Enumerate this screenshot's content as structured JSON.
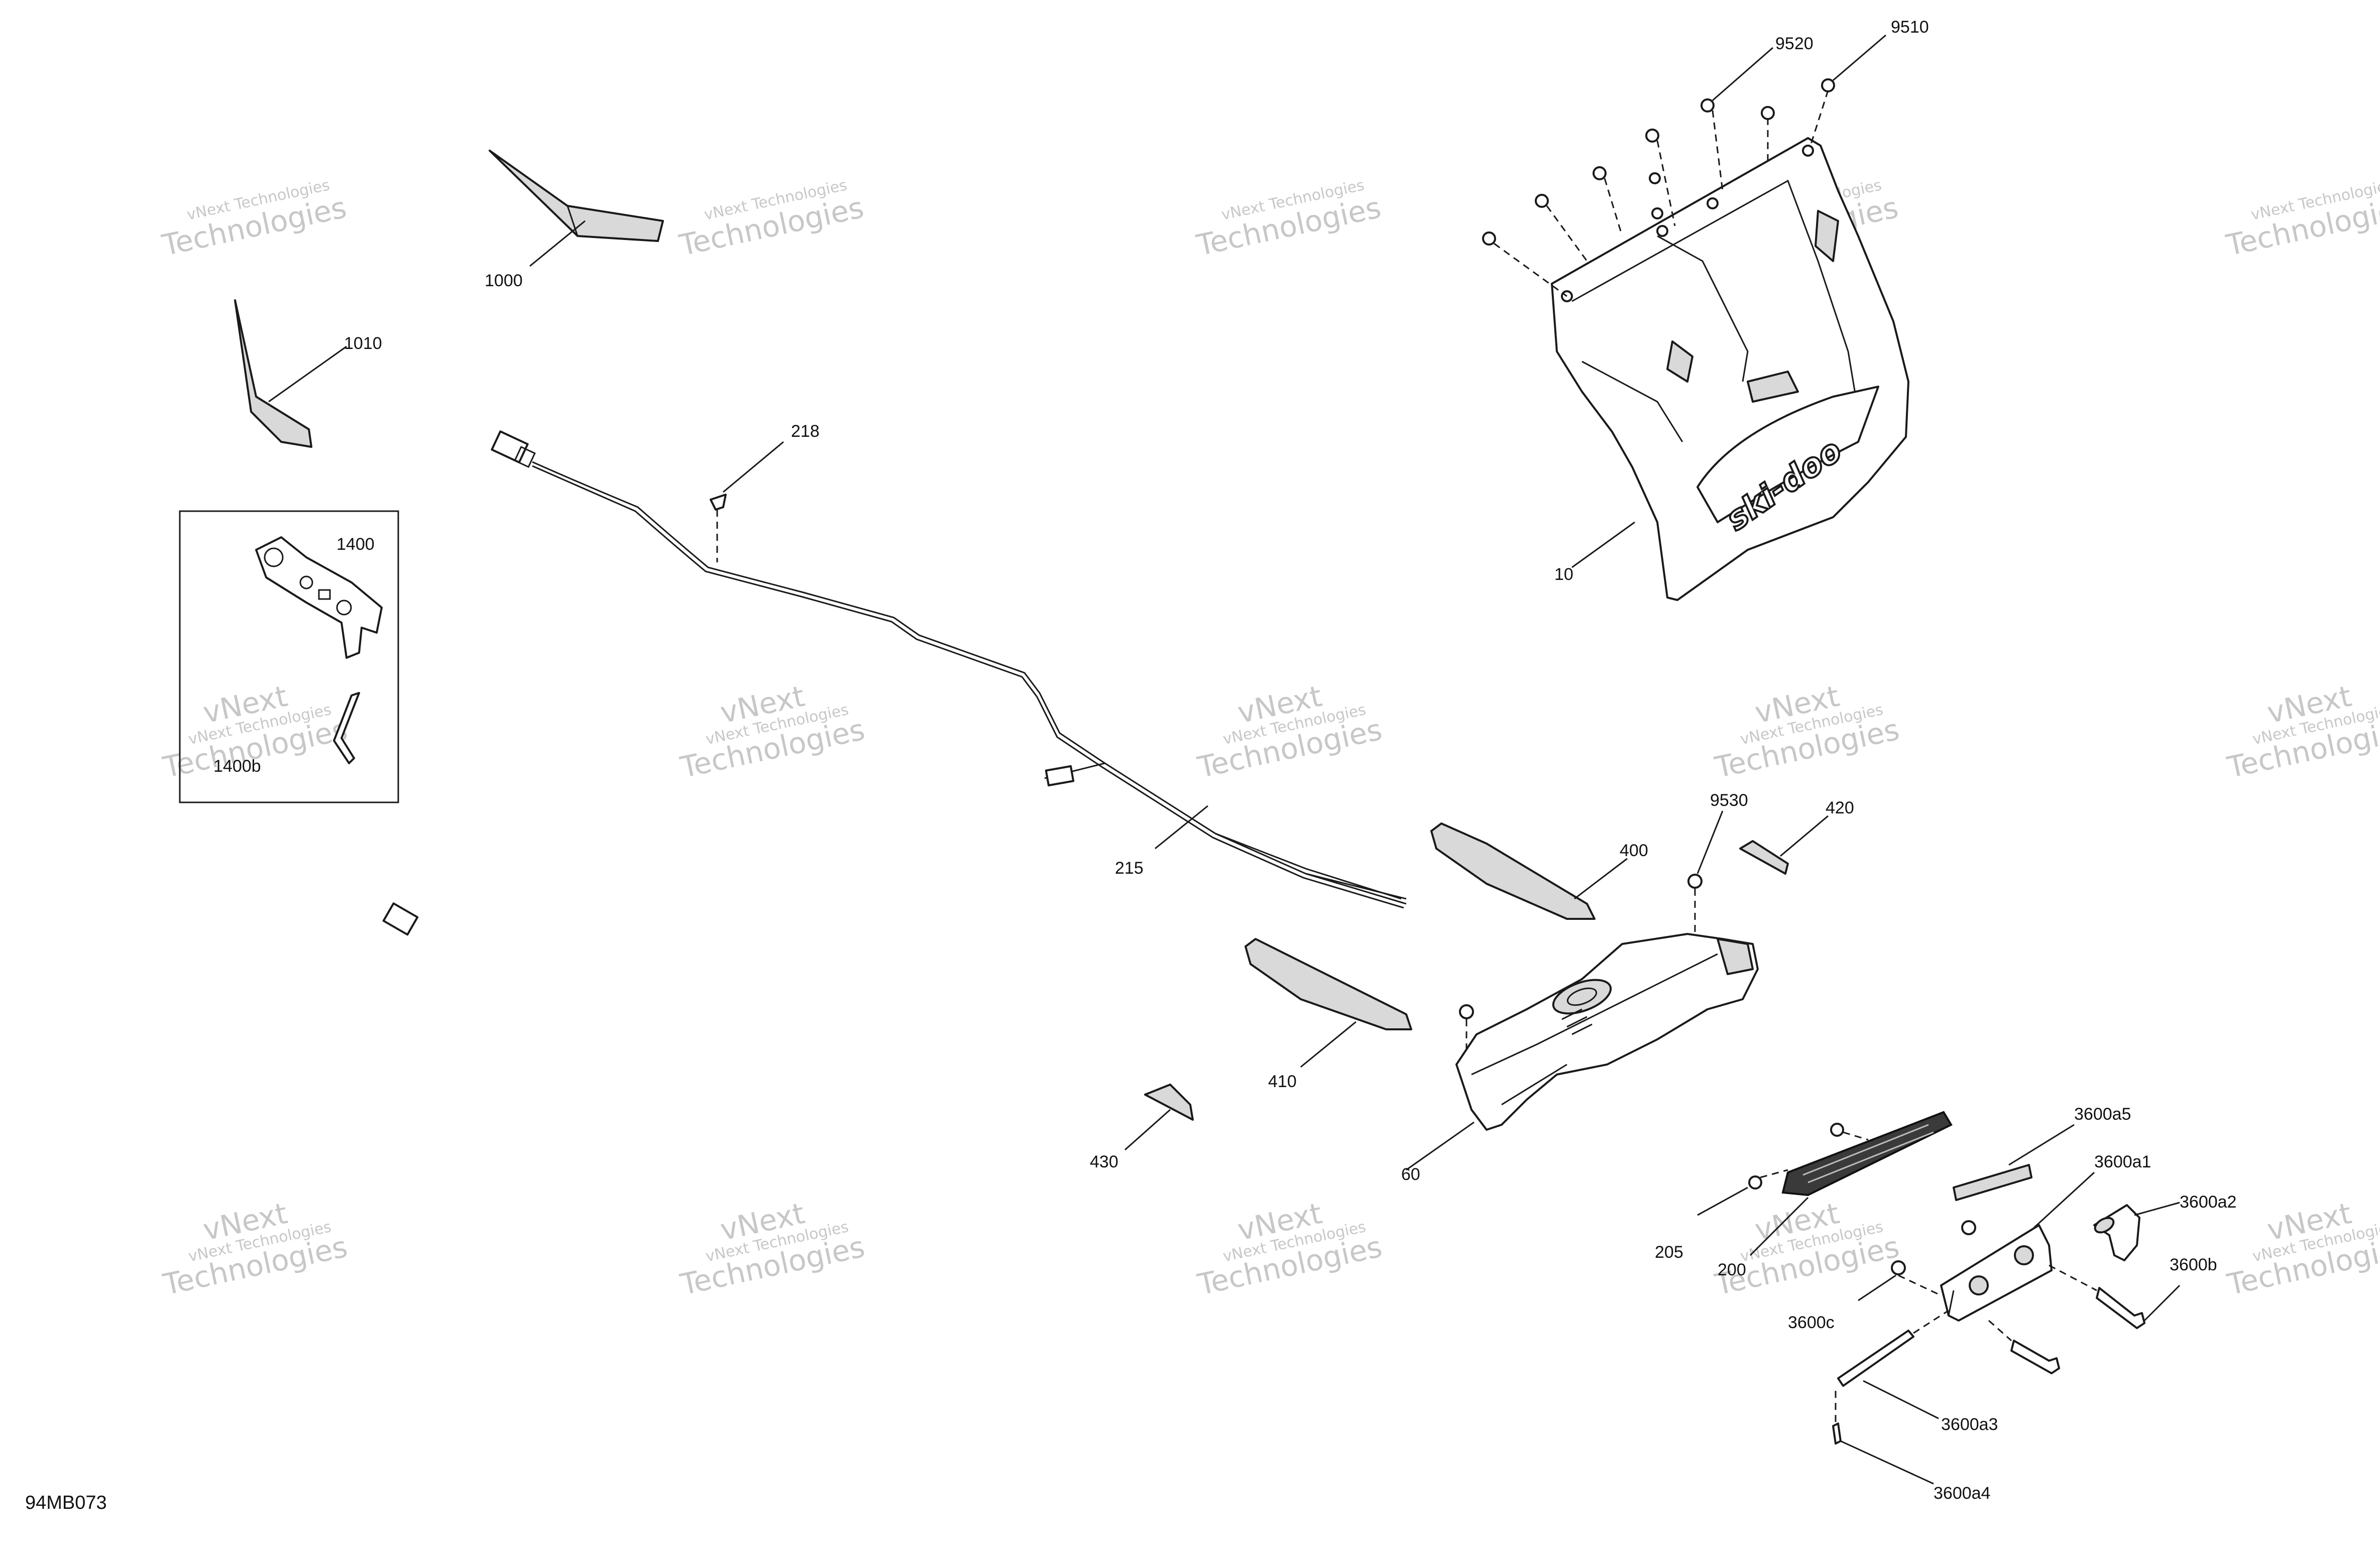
{
  "diagram_code": "94MB073",
  "watermark": {
    "line1": "vNext Technologies",
    "line2": "vNext",
    "line3": "Technologies"
  },
  "callouts": {
    "c10": "10",
    "c60": "60",
    "c200": "200",
    "c205": "205",
    "c215": "215",
    "c218": "218",
    "c400": "400",
    "c410": "410",
    "c420": "420",
    "c430": "430",
    "c1000": "1000",
    "c1010": "1010",
    "c1400": "1400",
    "c1400b": "1400b",
    "c3600a1": "3600a1",
    "c3600a2": "3600a2",
    "c3600a3": "3600a3",
    "c3600a4": "3600a4",
    "c3600a5": "3600a5",
    "c3600b": "3600b",
    "c3600c": "3600c",
    "c9510": "9510",
    "c9520": "9520",
    "c9530": "9530"
  },
  "logo_text": "ski-doo"
}
